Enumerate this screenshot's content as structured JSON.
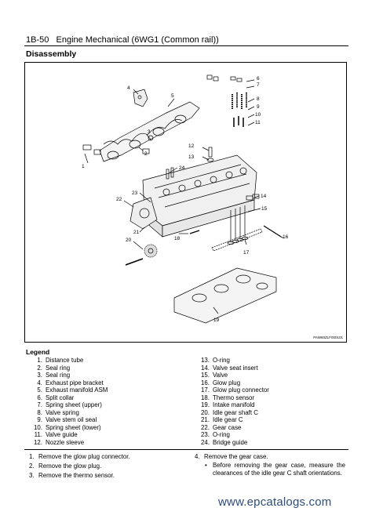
{
  "header": {
    "page_number": "1B-50",
    "title": "Engine Mechanical (6WG1 (Common rail))"
  },
  "section": {
    "title": "Disassembly"
  },
  "figure": {
    "id": "PAW60ZLF000101",
    "callouts": [
      "1",
      "2",
      "3",
      "4",
      "5",
      "6",
      "7",
      "8",
      "9",
      "10",
      "11",
      "12",
      "13",
      "14",
      "15",
      "16",
      "17",
      "18",
      "19",
      "20",
      "21",
      "22",
      "23",
      "24"
    ]
  },
  "legend": {
    "title": "Legend",
    "left": [
      {
        "num": "1.",
        "text": "Distance tube"
      },
      {
        "num": "2.",
        "text": "Seal ring"
      },
      {
        "num": "3.",
        "text": "Seal ring"
      },
      {
        "num": "4.",
        "text": "Exhaust pipe bracket"
      },
      {
        "num": "5.",
        "text": "Exhaust manifold ASM"
      },
      {
        "num": "6.",
        "text": "Split collar"
      },
      {
        "num": "7.",
        "text": "Spring sheet (upper)"
      },
      {
        "num": "8.",
        "text": "Valve spring"
      },
      {
        "num": "9.",
        "text": "Valve stem oil seal"
      },
      {
        "num": "10.",
        "text": "Spring sheet (lower)"
      },
      {
        "num": "11.",
        "text": "Valve guide"
      },
      {
        "num": "12.",
        "text": "Nozzle sleeve"
      }
    ],
    "right": [
      {
        "num": "13.",
        "text": "O-ring"
      },
      {
        "num": "14.",
        "text": "Valve seat insert"
      },
      {
        "num": "15.",
        "text": "Valve"
      },
      {
        "num": "16.",
        "text": "Glow plug"
      },
      {
        "num": "17.",
        "text": "Glow plug connector"
      },
      {
        "num": "18.",
        "text": "Thermo sensor"
      },
      {
        "num": "19.",
        "text": "Intake manifold"
      },
      {
        "num": "20.",
        "text": "Idle gear shaft C"
      },
      {
        "num": "21.",
        "text": "Idle gear C"
      },
      {
        "num": "22.",
        "text": "Gear case"
      },
      {
        "num": "23.",
        "text": "O-ring"
      },
      {
        "num": "24.",
        "text": "Bridge guide"
      }
    ]
  },
  "steps": {
    "left": [
      {
        "num": "1.",
        "text": "Remove the glow plug connector."
      },
      {
        "num": "2.",
        "text": "Remove the glow plug."
      },
      {
        "num": "3.",
        "text": "Remove the thermo sensor."
      }
    ],
    "right": [
      {
        "num": "4.",
        "text": "Remove the gear case."
      }
    ],
    "right_bullet": "Before removing the gear case, measure the clearances of the idle gear C shaft orientations."
  },
  "footer": {
    "url": "www.epcatalogs.com"
  }
}
